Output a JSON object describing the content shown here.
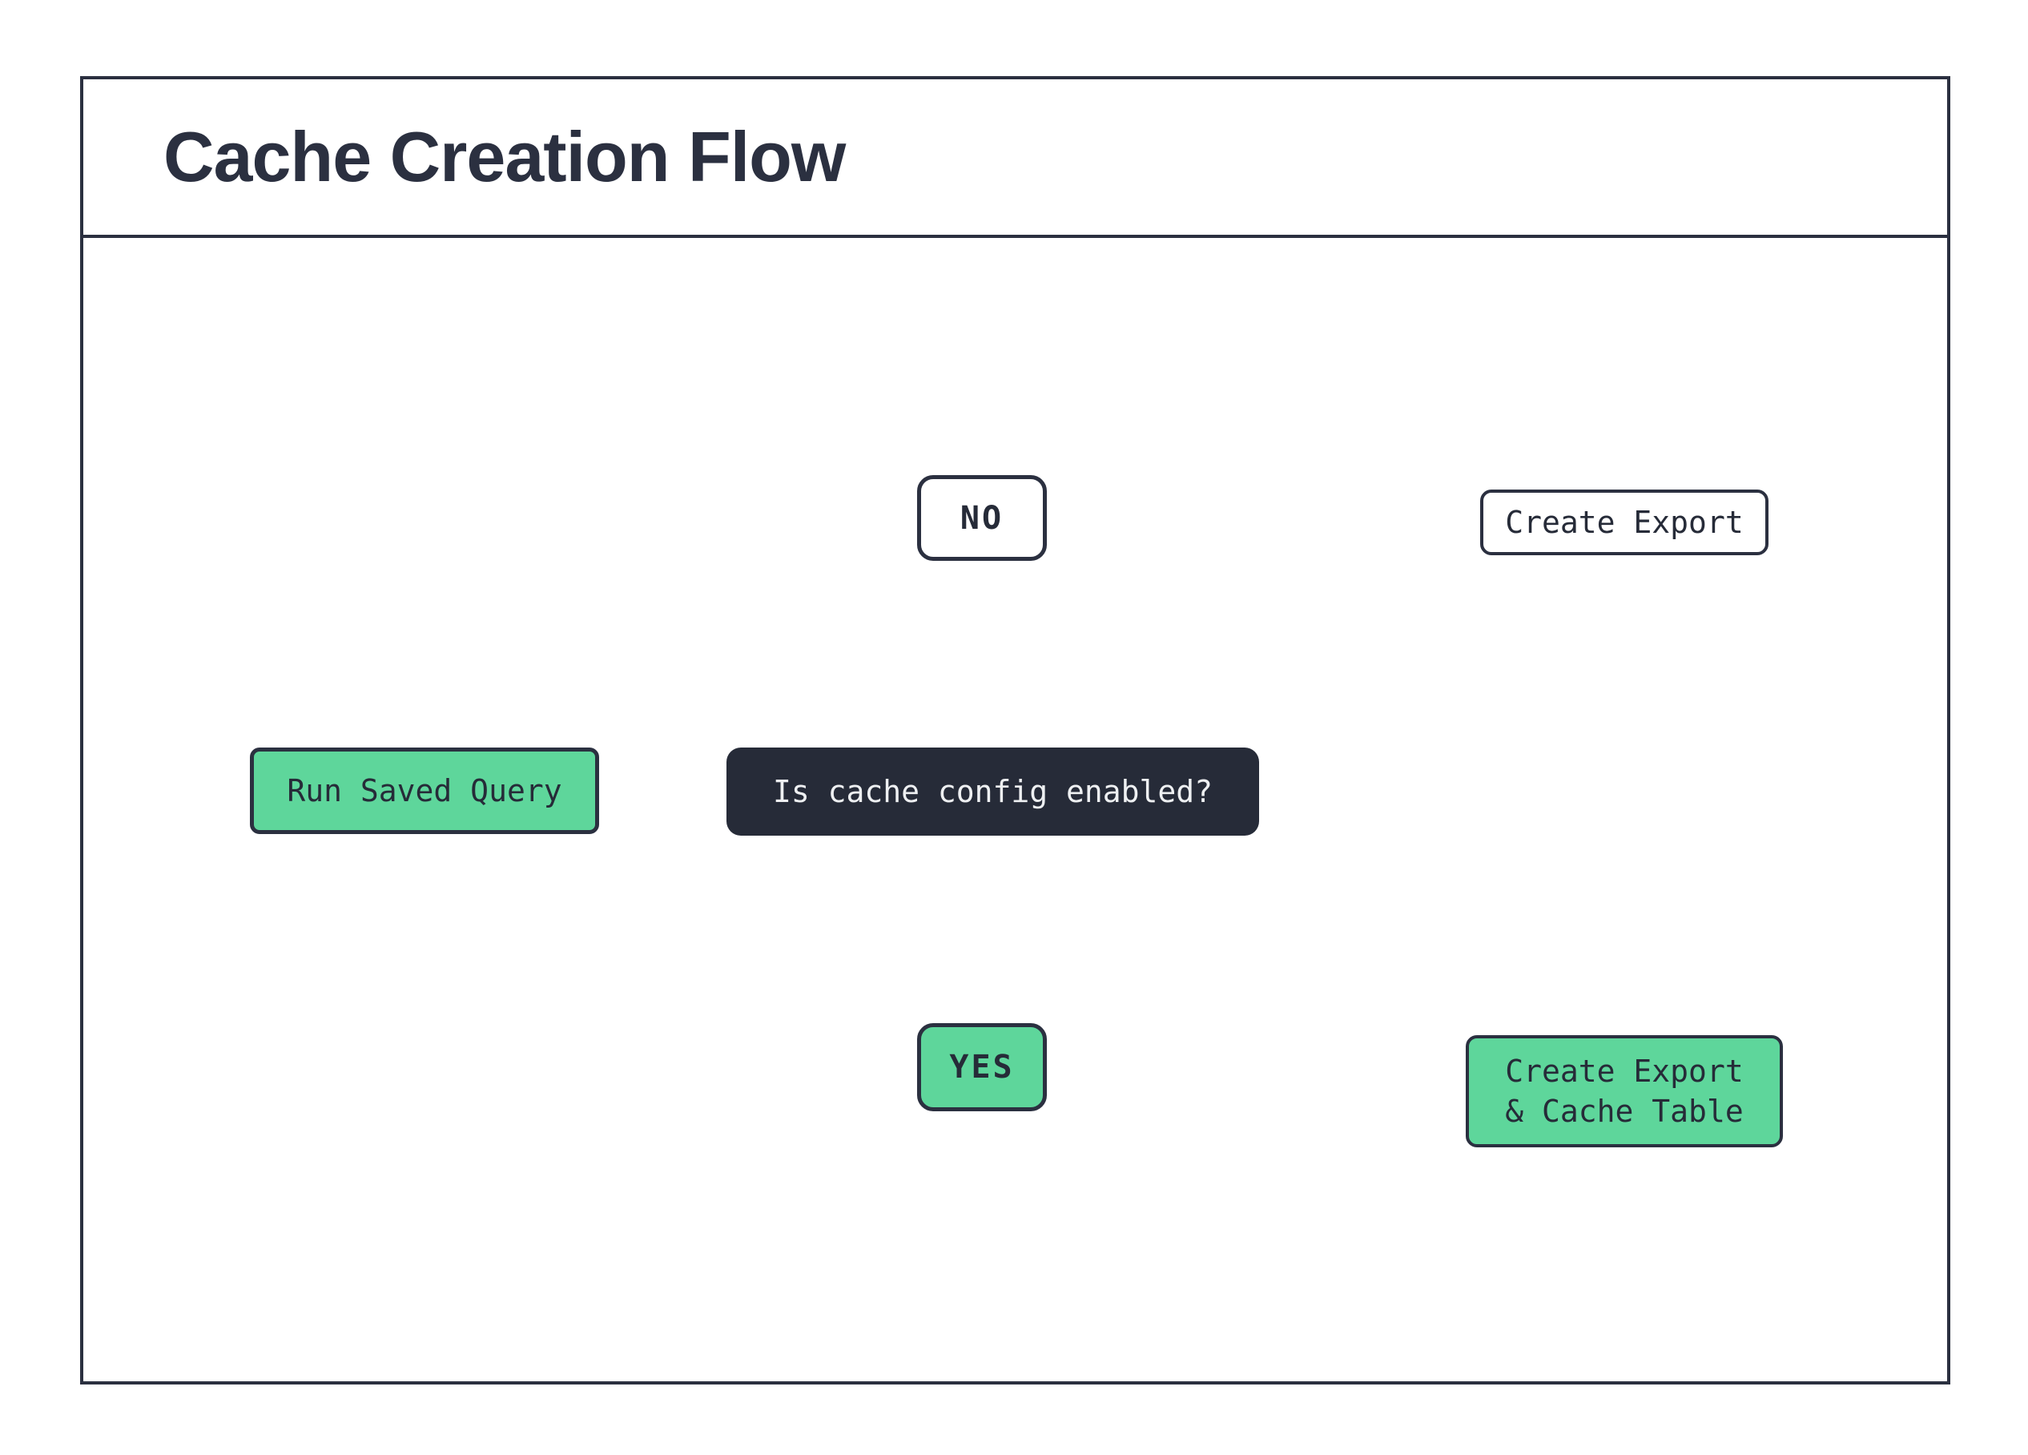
{
  "header": {
    "title": "Cache Creation Flow"
  },
  "colors": {
    "ink": "#2b3040",
    "ink-fill": "#262b38",
    "green": "#5ed69b",
    "line": "#1d2029",
    "light-text": "#eef0f2",
    "bg": "#ffffff"
  },
  "flow": {
    "start": {
      "label": "Run Saved Query"
    },
    "decision": {
      "label": "Is cache config enabled?"
    },
    "branch_no": {
      "label": "NO"
    },
    "branch_yes": {
      "label": "YES"
    },
    "db_no": {
      "label": "Create Export"
    },
    "db_yes": {
      "label_line1": "Create Export",
      "label_line2": "& Cache Table"
    }
  }
}
